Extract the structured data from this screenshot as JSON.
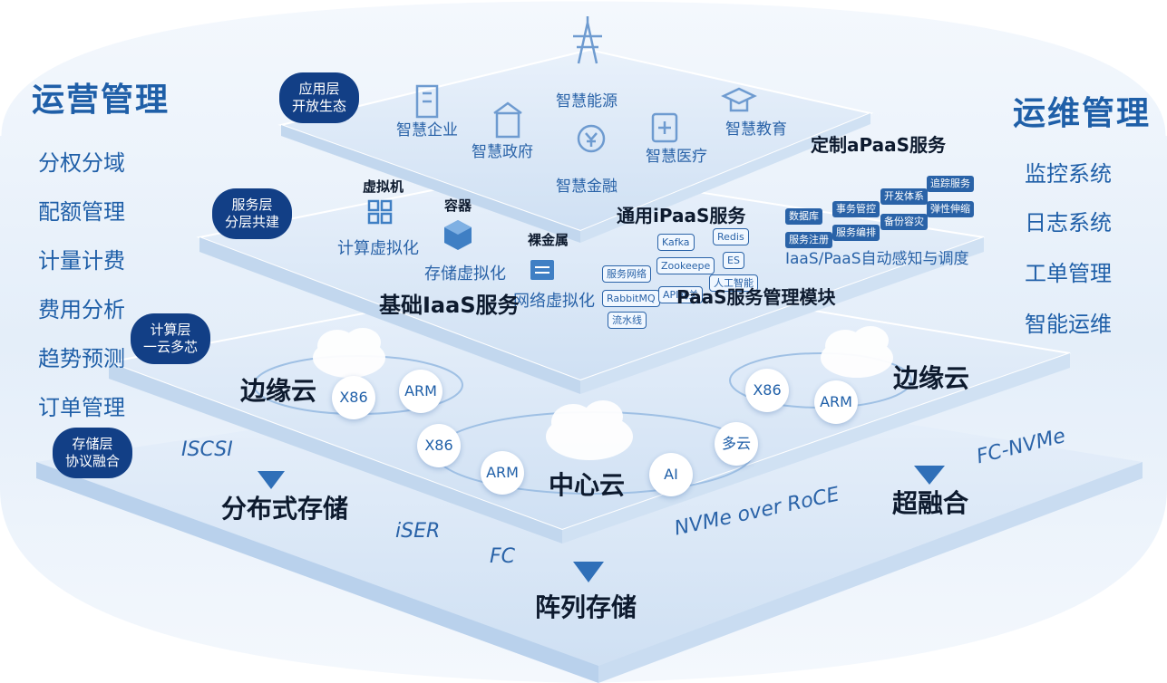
{
  "colors": {
    "primary": "#123f86",
    "accent": "#2a63a8",
    "text_dark": "#0d1a2e",
    "layer": "#dce9f7"
  },
  "left_panel": {
    "title": "运营管理",
    "items": [
      "分权分域",
      "配额管理",
      "计量计费",
      "费用分析",
      "趋势预测",
      "订单管理"
    ]
  },
  "right_panel": {
    "title": "运维管理",
    "items": [
      "监控系统",
      "日志系统",
      "工单管理",
      "智能运维"
    ]
  },
  "layers": {
    "app": {
      "badge": [
        "应用层",
        "开放生态"
      ],
      "items": [
        "智慧企业",
        "智慧政府",
        "智慧能源",
        "智慧金融",
        "智慧医疗",
        "智慧教育"
      ]
    },
    "service": {
      "badge": [
        "服务层",
        "分层共建"
      ],
      "vm_title": "虚拟机",
      "vm_label": "计算虚拟化",
      "container_title": "容器",
      "container_label": "存储虚拟化",
      "baremetal_title": "裸金属",
      "baremetal_label": "网络虚拟化",
      "iaas_title": "基础IaaS服务",
      "ipaas_title": "通用iPaaS服务",
      "ipaas_tags": [
        "Kafka",
        "Redis",
        "服务网络",
        "ES",
        "Zookeepe",
        "RabbitMQ",
        "人工智能",
        "API网关",
        "流水线"
      ],
      "apaas_title": "定制aPaaS服务",
      "apaas_tags": [
        "数据库",
        "事务管控",
        "开发体系",
        "追踪服务",
        "服务注册",
        "服务编排",
        "备份容灾",
        "弹性伸缩"
      ],
      "auto_label": "IaaS/PaaS自动感知与调度",
      "paas_mgmt": "PaaS服务管理模块"
    },
    "compute": {
      "badge": [
        "计算层",
        "一云多芯"
      ],
      "edge_left": {
        "label": "边缘云",
        "chips": [
          "X86",
          "ARM"
        ]
      },
      "edge_right": {
        "label": "边缘云",
        "chips": [
          "X86",
          "ARM"
        ]
      },
      "center": {
        "label": "中心云",
        "chips": [
          "X86",
          "ARM",
          "AI",
          "多云"
        ]
      }
    },
    "storage": {
      "badge": [
        "存储层",
        "协议融合"
      ],
      "protocols": [
        "ISCSI",
        "iSER",
        "FC",
        "NVMe over RoCE",
        "FC-NVMe"
      ],
      "distributed": "分布式存储",
      "array": "阵列存储",
      "hyper": "超融合"
    }
  }
}
